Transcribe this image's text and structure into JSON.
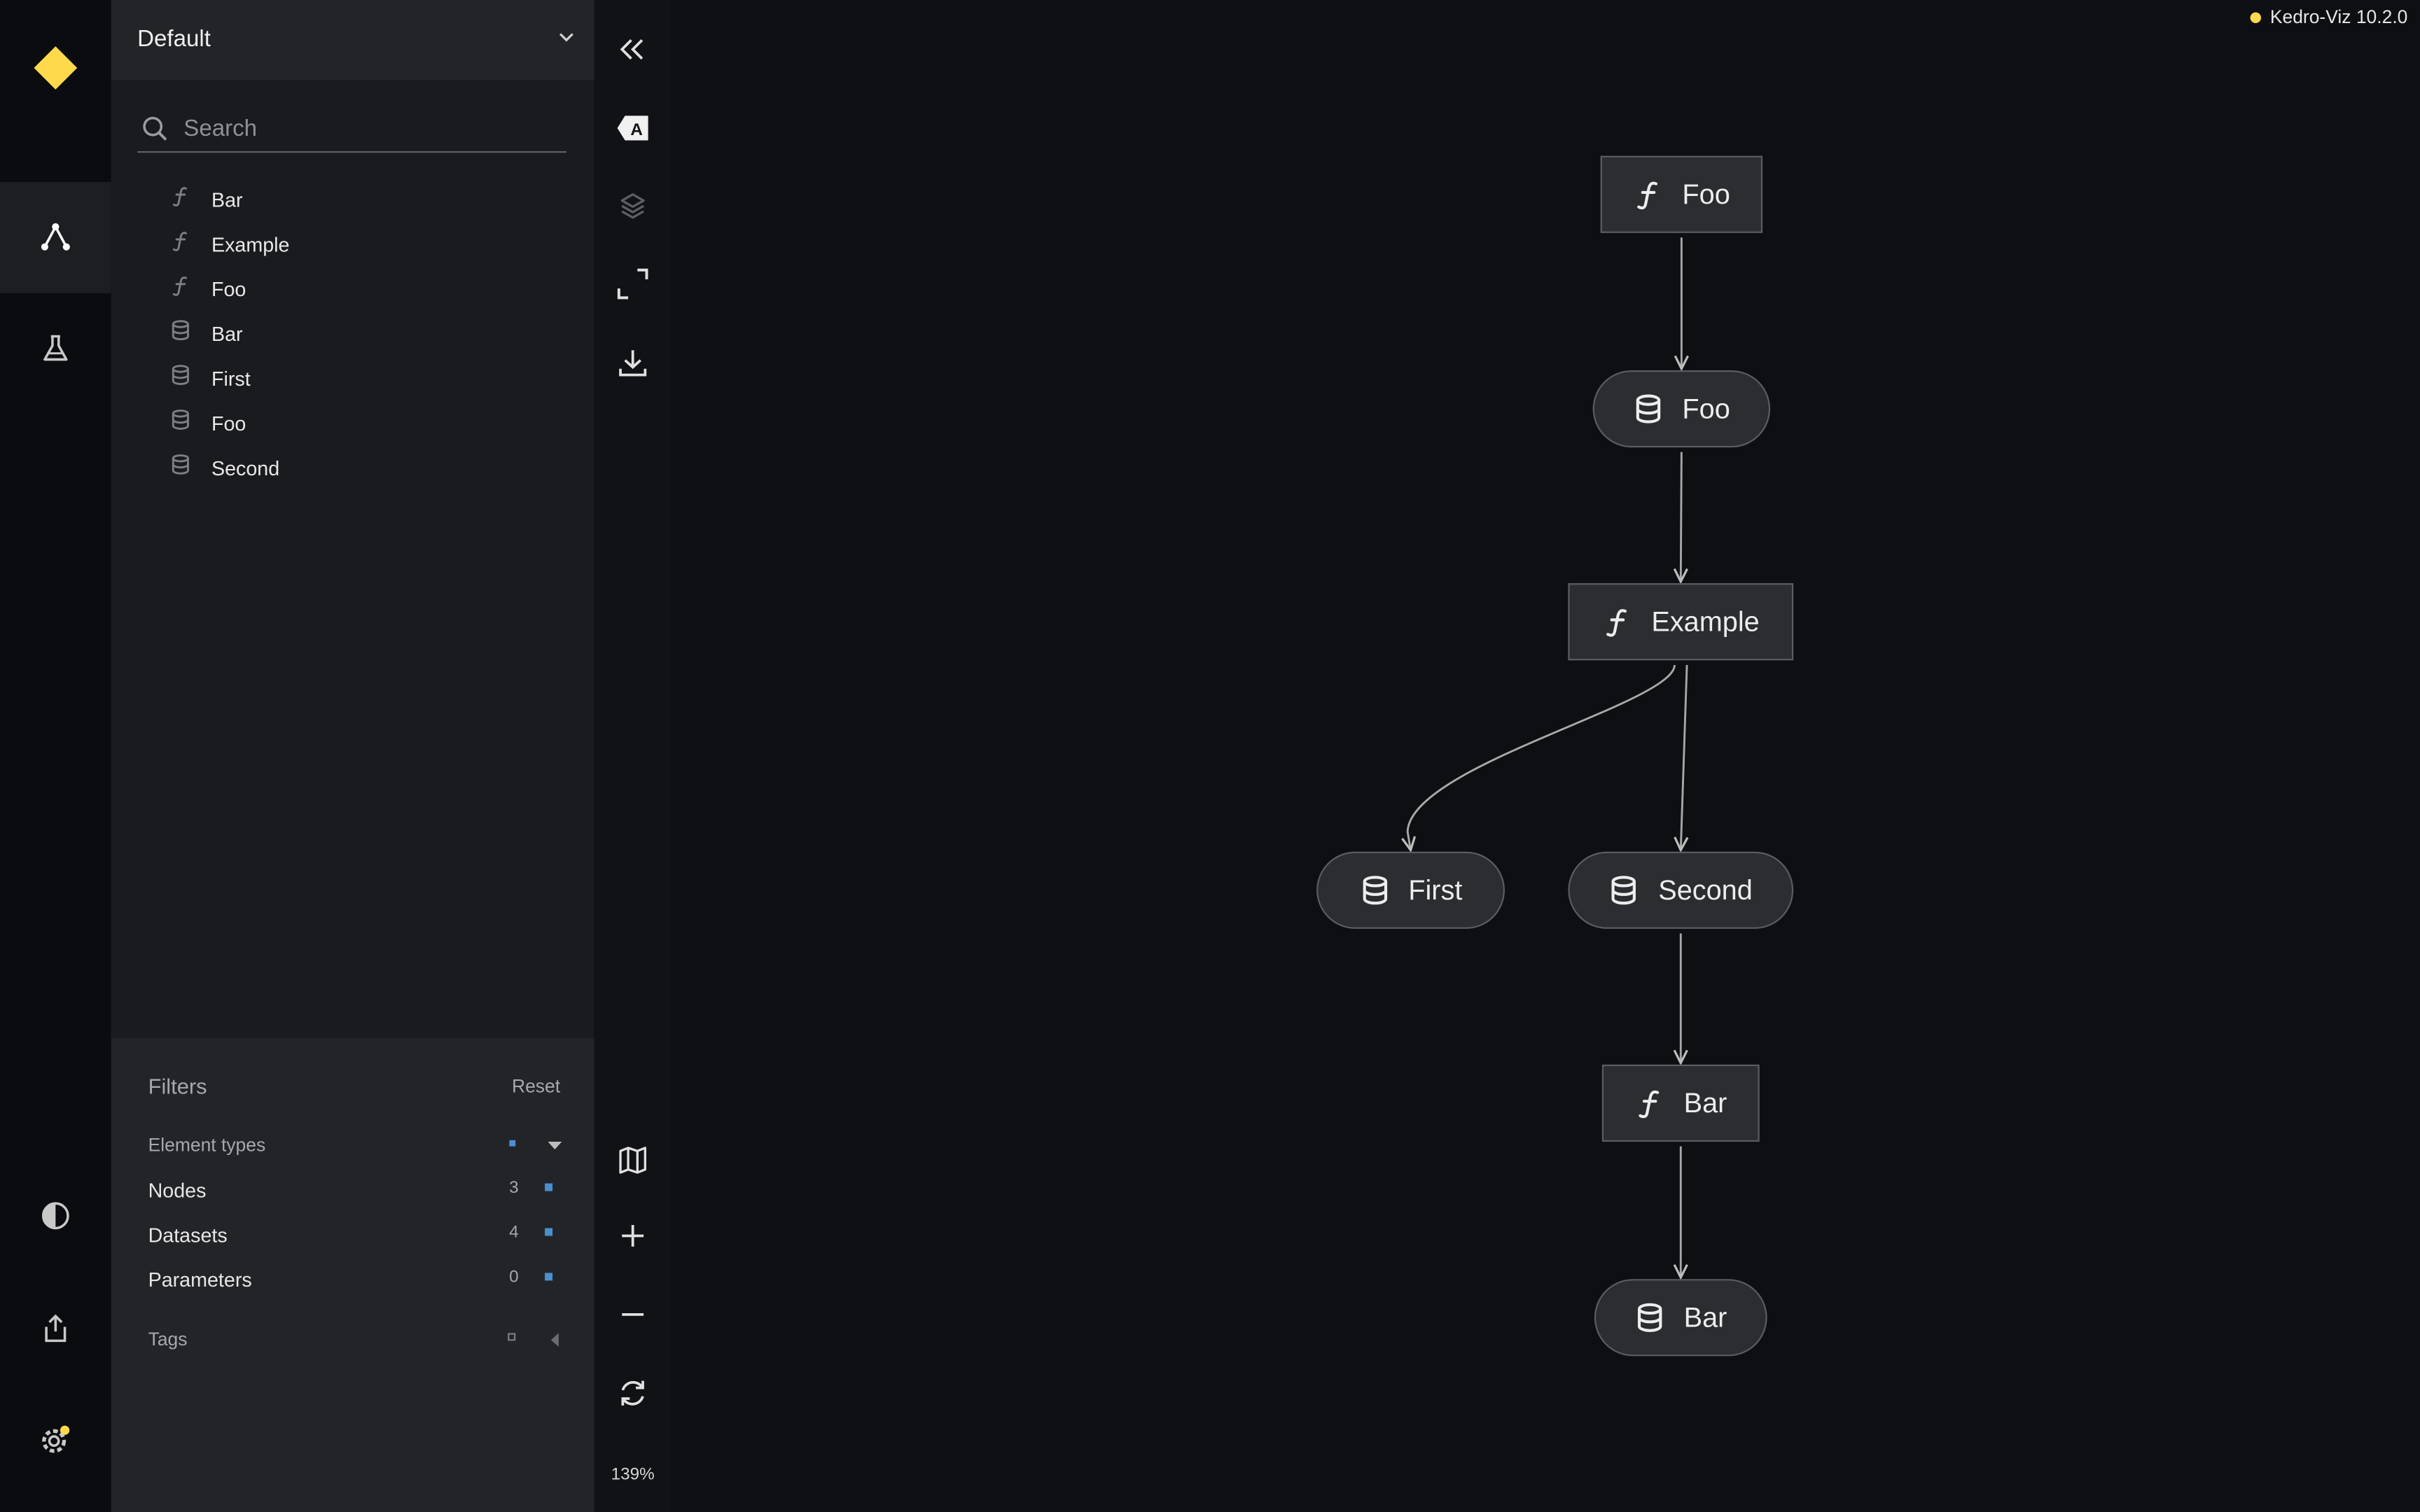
{
  "app": {
    "version": "Kedro-Viz 10.2.0",
    "zoom": "139%"
  },
  "sidebar": {
    "pipeline": "Default",
    "search_placeholder": "Search",
    "items": [
      {
        "type": "function",
        "label": "Bar"
      },
      {
        "type": "function",
        "label": "Example"
      },
      {
        "type": "function",
        "label": "Foo"
      },
      {
        "type": "dataset",
        "label": "Bar"
      },
      {
        "type": "dataset",
        "label": "First"
      },
      {
        "type": "dataset",
        "label": "Foo"
      },
      {
        "type": "dataset",
        "label": "Second"
      }
    ]
  },
  "filters": {
    "title": "Filters",
    "reset": "Reset",
    "element_types": "Element types",
    "nodes": {
      "label": "Nodes",
      "count": "3"
    },
    "datasets": {
      "label": "Datasets",
      "count": "4"
    },
    "parameters": {
      "label": "Parameters",
      "count": "0"
    },
    "tags": "Tags"
  },
  "graph": {
    "nodes": [
      {
        "id": "foo_fn",
        "type": "function",
        "label": "Foo"
      },
      {
        "id": "foo_ds",
        "type": "dataset",
        "label": "Foo"
      },
      {
        "id": "example_fn",
        "type": "function",
        "label": "Example"
      },
      {
        "id": "first_ds",
        "type": "dataset",
        "label": "First"
      },
      {
        "id": "second_ds",
        "type": "dataset",
        "label": "Second"
      },
      {
        "id": "bar_fn",
        "type": "function",
        "label": "Bar"
      },
      {
        "id": "bar_ds",
        "type": "dataset",
        "label": "Bar"
      }
    ],
    "edges": [
      [
        "foo_fn",
        "foo_ds"
      ],
      [
        "foo_ds",
        "example_fn"
      ],
      [
        "example_fn",
        "first_ds"
      ],
      [
        "example_fn",
        "second_ds"
      ],
      [
        "second_ds",
        "bar_fn"
      ],
      [
        "bar_fn",
        "bar_ds"
      ]
    ]
  },
  "colors": {
    "accent": "#ffd94c",
    "filter_check": "#4b8fd1",
    "background": "#0e0f12"
  }
}
